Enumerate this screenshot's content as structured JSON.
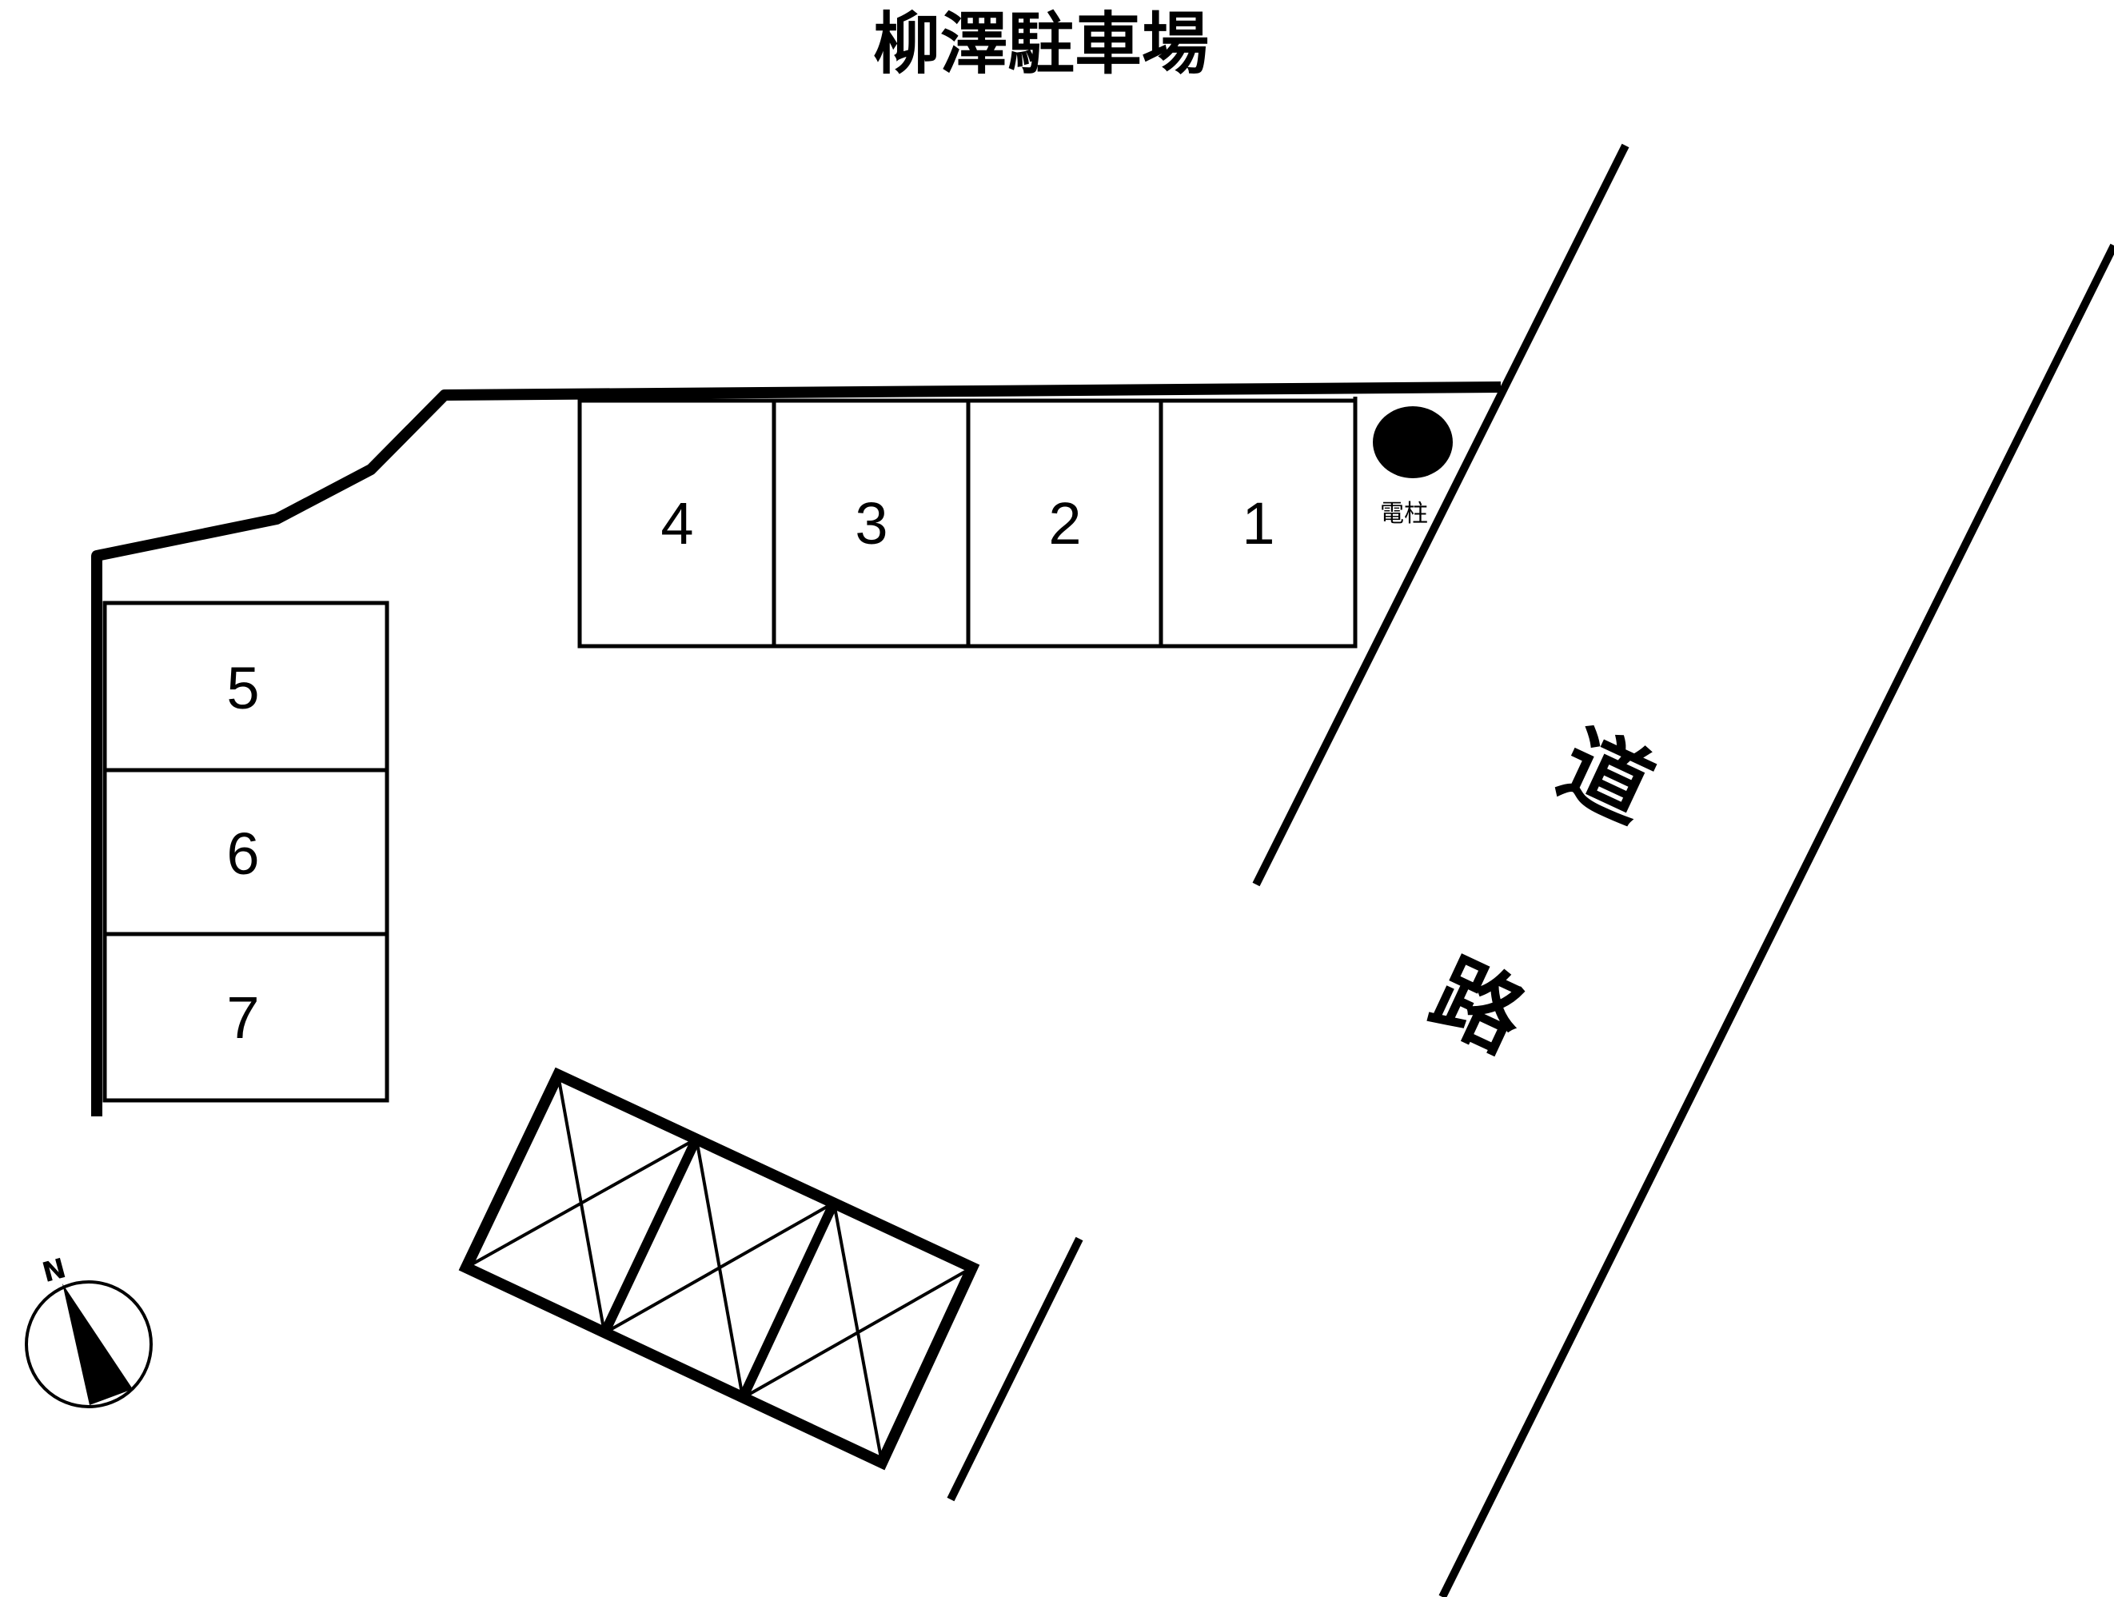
{
  "title": "柳澤駐車場",
  "colors": {
    "line": "#000000",
    "background": "#ffffff"
  },
  "parking_spaces": [
    {
      "id": "1",
      "label": "1"
    },
    {
      "id": "2",
      "label": "2"
    },
    {
      "id": "3",
      "label": "3"
    },
    {
      "id": "4",
      "label": "4"
    },
    {
      "id": "5",
      "label": "5"
    },
    {
      "id": "6",
      "label": "6"
    },
    {
      "id": "7",
      "label": "7"
    }
  ],
  "utility_pole": {
    "label": "電柱",
    "icon": "filled-circle"
  },
  "road": {
    "label_char1": "道",
    "label_char2": "路"
  },
  "no_parking_zone": {
    "icon": "crossed-hatch-area",
    "sections": 3
  },
  "compass": {
    "label": "N",
    "icon": "north-arrow"
  }
}
